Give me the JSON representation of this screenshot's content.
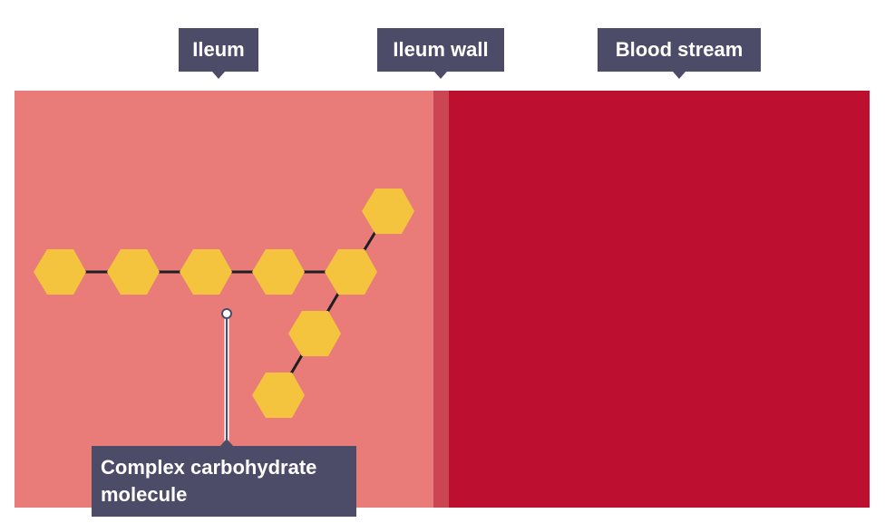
{
  "labels": {
    "ileum": "Ileum",
    "ileum_wall": "Ileum wall",
    "blood_stream": "Blood stream",
    "molecule": "Complex carbohydrate molecule"
  },
  "colors": {
    "ileum": "#e97b78",
    "ileum_wall": "#cb4653",
    "blood_stream": "#bd0f2f",
    "hexagon": "#f5c43e",
    "bond": "#1f1f1f",
    "label_bg": "#4d4c68"
  }
}
